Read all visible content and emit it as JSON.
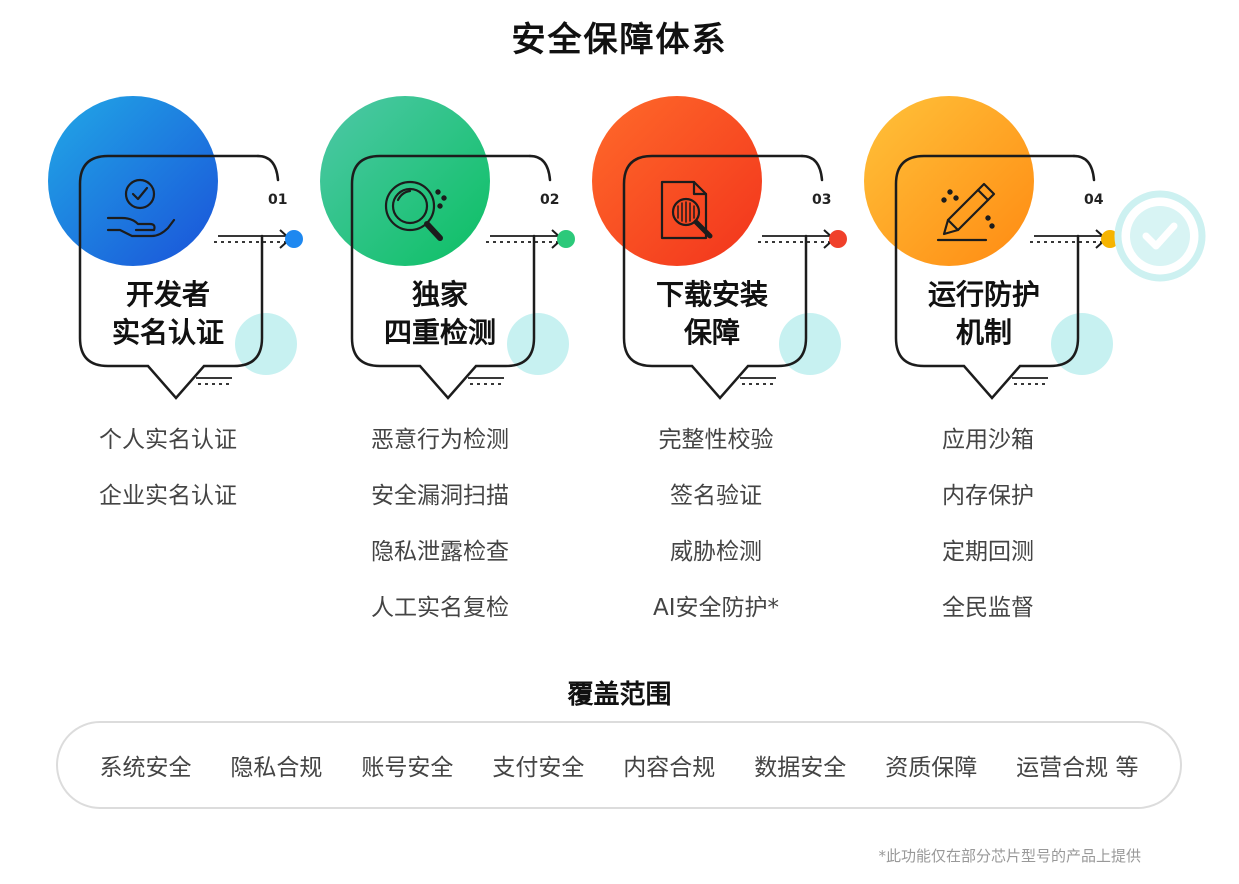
{
  "title": "安全保障体系",
  "cards": [
    {
      "number": "01",
      "title_line1": "开发者",
      "title_line2": "实名认证",
      "icon": "hand-check-icon",
      "color_start": "#21a8e6",
      "color_end": "#1a52d9",
      "arrow_color": "#1e88f0",
      "items": [
        "个人实名认证",
        "企业实名认证"
      ]
    },
    {
      "number": "02",
      "title_line1": "独家",
      "title_line2": "四重检测",
      "icon": "magnifier-icon",
      "color_start": "#4fc8a8",
      "color_end": "#0bbf63",
      "arrow_color": "#2cc97a",
      "items": [
        "恶意行为检测",
        "安全漏洞扫描",
        "隐私泄露检查",
        "人工实名复检"
      ]
    },
    {
      "number": "03",
      "title_line1": "下载安装",
      "title_line2": "保障",
      "icon": "document-scan-icon",
      "color_start": "#ff6a2a",
      "color_end": "#f2341c",
      "arrow_color": "#f0402a",
      "items": [
        "完整性校验",
        "签名验证",
        "威胁检测",
        "AI安全防护*"
      ]
    },
    {
      "number": "04",
      "title_line1": "运行防护",
      "title_line2": "机制",
      "icon": "pencil-icon",
      "color_start": "#ffc23a",
      "color_end": "#ff8a12",
      "arrow_color": "#f6b400",
      "items": [
        "应用沙箱",
        "内存保护",
        "定期回测",
        "全民监督"
      ]
    }
  ],
  "scope": {
    "title": "覆盖范围",
    "items": [
      "系统安全",
      "隐私合规",
      "账号安全",
      "支付安全",
      "内容合规",
      "数据安全",
      "资质保障",
      "运营合规 等"
    ]
  },
  "footnote": "*此功能仅在部分芯片型号的产品上提供",
  "colors": {
    "teal_circle": "#bdeeee",
    "check_ring": "#cdf1f1"
  }
}
